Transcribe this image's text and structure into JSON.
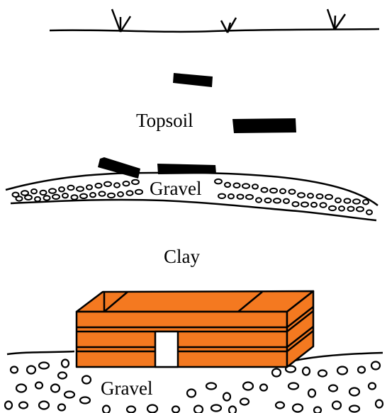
{
  "labels": {
    "topsoil": "Topsoil",
    "gravel_upper": "Gravel",
    "clay": "Clay",
    "gravel_lower": "Gravel"
  },
  "colors": {
    "ink": "#000000",
    "brick": "#f47920",
    "background": "#ffffff"
  }
}
